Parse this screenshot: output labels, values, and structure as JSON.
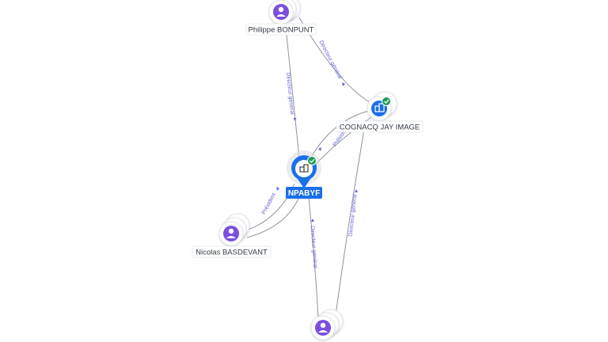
{
  "nodes": {
    "philippe": {
      "name": "Philippe BONPUNT",
      "type": "person",
      "icon": "person-icon"
    },
    "cognacq": {
      "name": "COGNACQ JAY IMAGE",
      "type": "company",
      "icon": "building-icon",
      "verified": true
    },
    "npabyf": {
      "name": "NPABYF",
      "type": "company",
      "icon": "building-icon",
      "verified": true,
      "focus": true
    },
    "nicolas": {
      "name": "Nicolas BASDEVANT",
      "type": "person",
      "icon": "person-icon"
    },
    "bottom_person": {
      "name": "",
      "type": "person",
      "icon": "person-icon"
    }
  },
  "edges": {
    "philippe_npabyf": "Directeur général",
    "philippe_cognacq": "Directeur général",
    "cognacq_npabyf": "Président",
    "nicolas_npabyf": "Président",
    "npabyf_bottom": "Directeur général",
    "cognacq_bottom": "Directeur général"
  },
  "colors": {
    "person": "#7a4fe0",
    "company": "#1b6fe8",
    "verified": "#1f9d55",
    "edge_label": "#6b64d6"
  }
}
